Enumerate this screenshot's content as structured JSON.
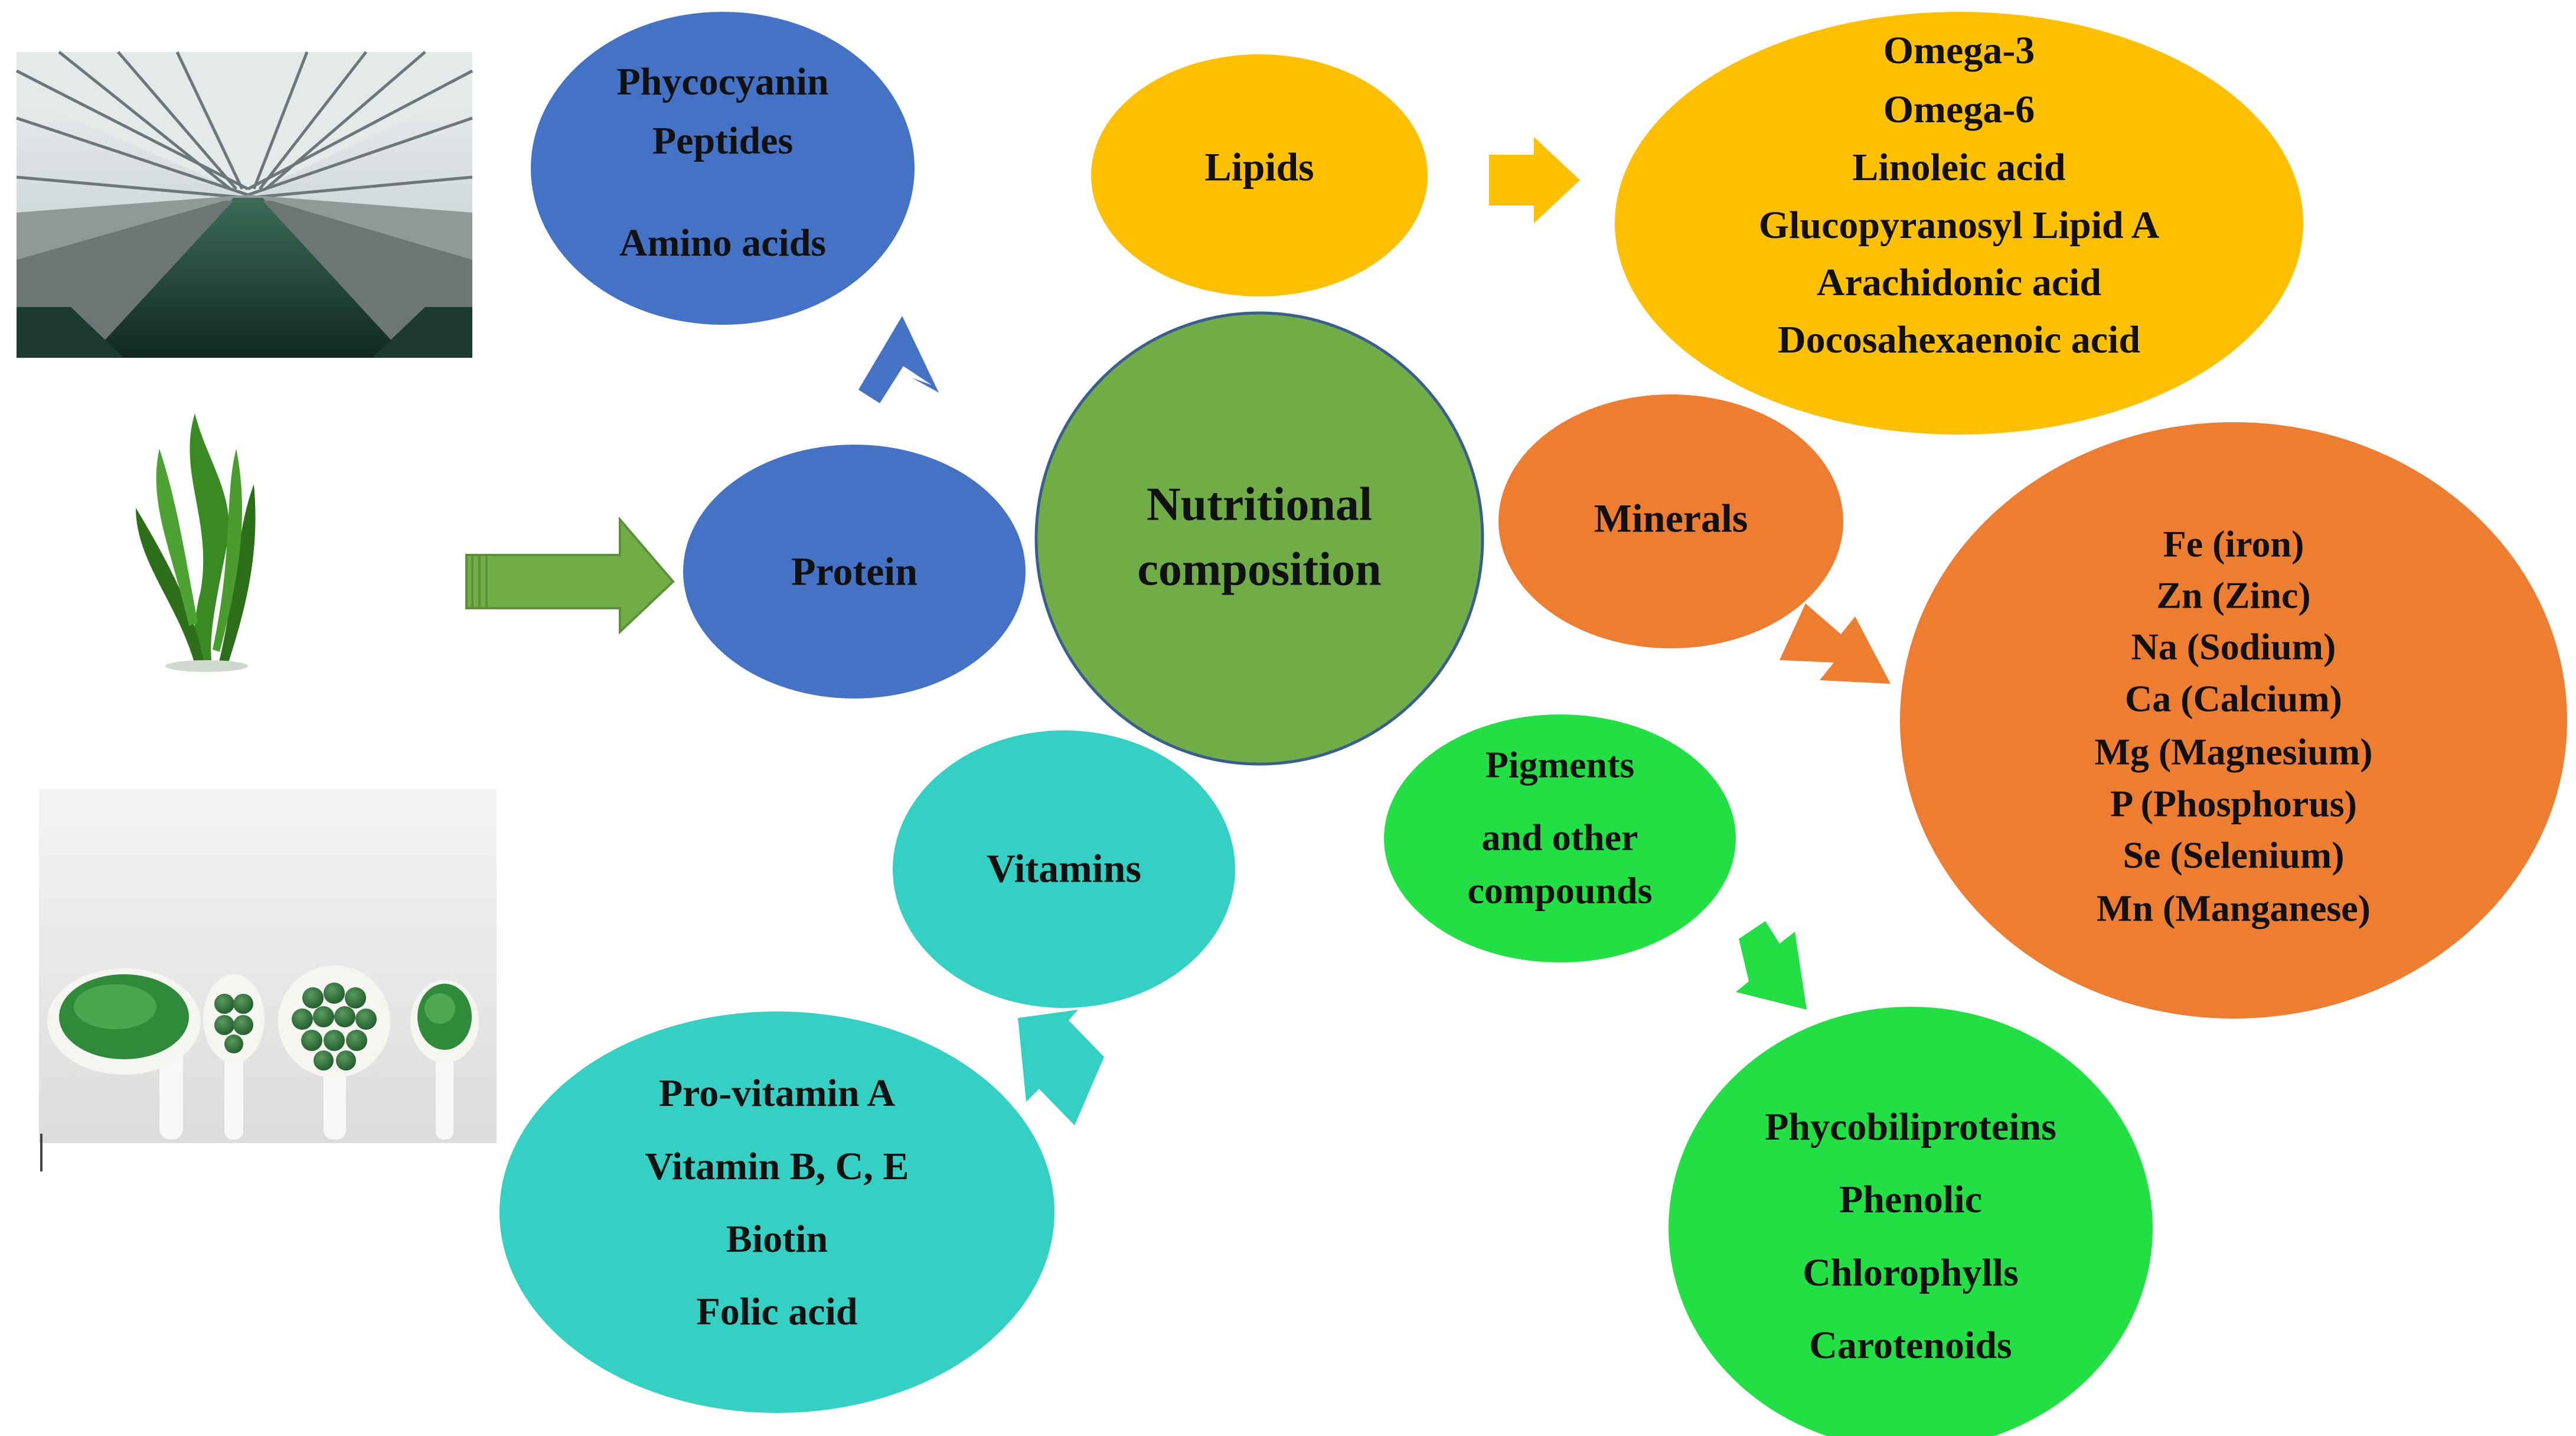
{
  "center": {
    "line1": "Nutritional",
    "line2": "composition",
    "color": "#71ad47",
    "stroke": "#3a5f8f"
  },
  "protein": {
    "label": "Protein",
    "color": "#4472c4",
    "details": {
      "line1": "Phycocyanin",
      "line2": "Peptides",
      "line3": "Amino acids"
    }
  },
  "lipids": {
    "label": "Lipids",
    "color": "#ffc000",
    "details": {
      "line1": "Omega-3",
      "line2": "Omega-6",
      "line3": "Linoleic acid",
      "line4": "Glucopyranosyl Lipid A",
      "line5": "Arachidonic acid",
      "line6": "Docosahexaenoic acid"
    }
  },
  "minerals": {
    "label": "Minerals",
    "color": "#ed7d31",
    "details": {
      "line1": "Fe (iron)",
      "line2": "Zn (Zinc)",
      "line3": "Na (Sodium)",
      "line4": "Ca (Calcium)",
      "line5": "Mg (Magnesium)",
      "line6": "P (Phosphorus)",
      "line7": "Se (Selenium)",
      "line8": "Mn (Manganese)"
    }
  },
  "vitamins": {
    "label": "Vitamins",
    "color": "#33d0c3",
    "details": {
      "line1": "Pro-vitamin A",
      "line2": "Vitamin B, C, E",
      "line3": "Biotin",
      "line4": "Folic acid"
    }
  },
  "pigments": {
    "line1": "Pigments",
    "line2": "and other",
    "line3": "compounds",
    "color": "#22e043",
    "details": {
      "line1": "Phycobiliproteins",
      "line2": "Phenolic",
      "line3": "Chlorophylls",
      "line4": "Carotenoids"
    }
  },
  "arrow_color": "#71ad47"
}
